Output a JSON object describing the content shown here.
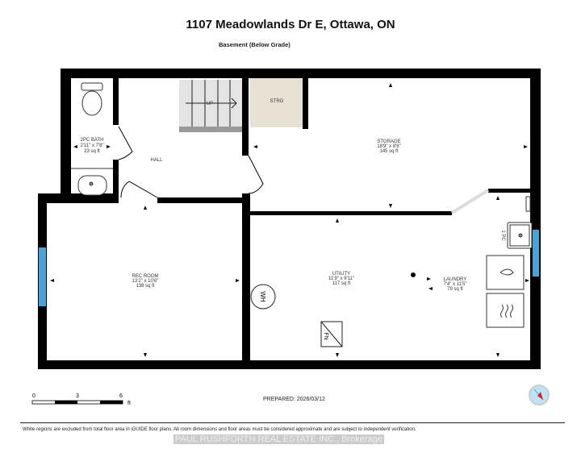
{
  "title": "1107 Meadowlands Dr E, Ottawa, ON",
  "floor": "Basement (Below Grade)",
  "rooms": {
    "bath": {
      "name": "2PC BATH",
      "dims": "2'11\" x 7'8\"",
      "area": "23 sq ft"
    },
    "hall": {
      "name": "HALL"
    },
    "strg": {
      "name": "STRG"
    },
    "storage": {
      "name": "STORAGE",
      "dims": "18'9\" x 8'8\"",
      "area": "145 sq ft"
    },
    "rec": {
      "name": "REC ROOM",
      "dims": "13'2\" x 10'6\"",
      "area": "138 sq ft"
    },
    "utility": {
      "name": "UTILITY",
      "dims": "11'9\" x 9'11\"",
      "area": "117 sq ft"
    },
    "laundry": {
      "name": "LAUNDRY",
      "dims": "7'4\" x 11'5\"",
      "area": "79 sq ft"
    }
  },
  "labels": {
    "up": "UP",
    "wh": "WH",
    "fn": "FN",
    "pc": "1 PC"
  },
  "scale": {
    "ticks": [
      "0",
      "3",
      "6"
    ],
    "unit": "ft"
  },
  "prepared": "PREPARED: 2026/03/12",
  "disclaimer": "White regions are excluded from total floor area in iGUIDE floor plans. All room dimensions and floor areas must be considered approximate and are subject to independent verification.",
  "watermark": "PAUL RUSHFORTH REAL ESTATE INC., Brokerage",
  "colors": {
    "wall": "#000000",
    "window": "#4aa3d8",
    "strg": "#e8e0d3",
    "stairs": "#d9d9d9"
  }
}
